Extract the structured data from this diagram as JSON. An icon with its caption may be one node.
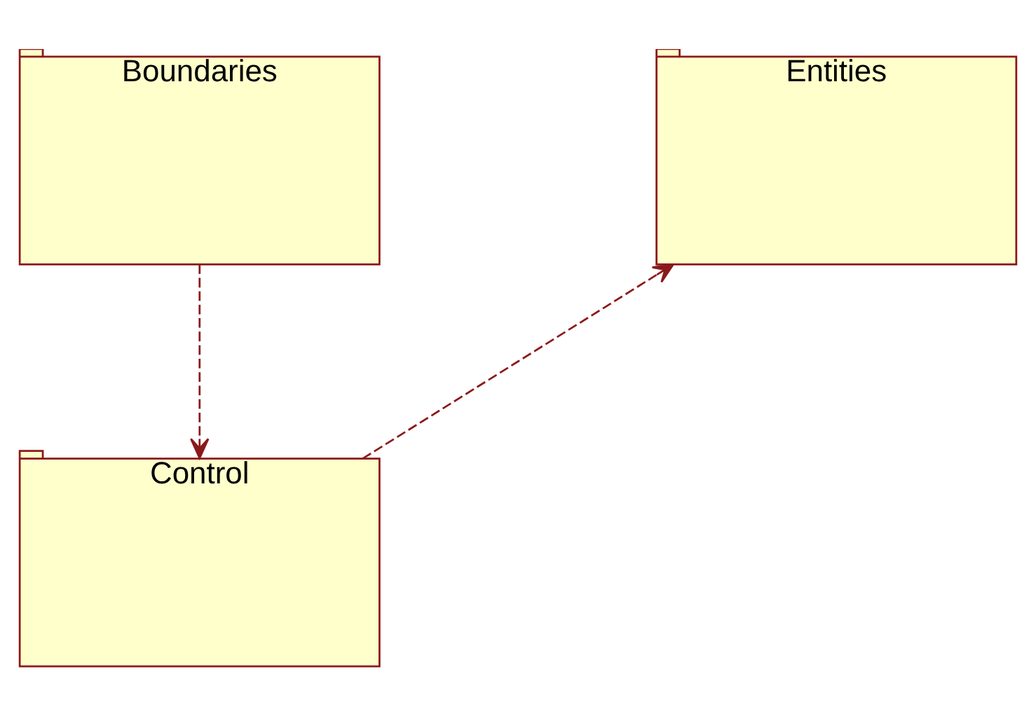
{
  "diagram": {
    "nodes": [
      {
        "text": [
          "Boundaries"
        ]
      },
      {
        "text": [
          "Control"
        ]
      },
      {
        "text": [
          "Entities"
        ]
      }
    ],
    "edges": [
      {
        "from": 0,
        "to": 1,
        "arrow": "to",
        "style": "dashed"
      },
      {
        "from": 1,
        "to": 2,
        "arrow": "to",
        "style": "dashed"
      }
    ]
  }
}
